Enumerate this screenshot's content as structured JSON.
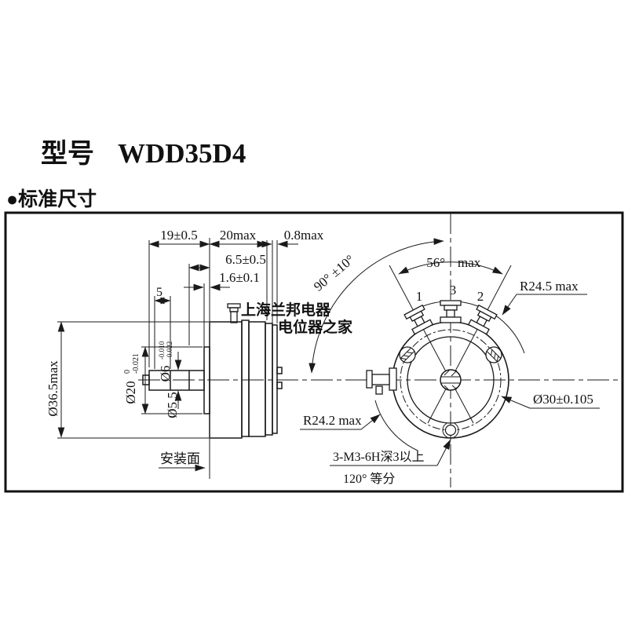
{
  "page": {
    "model_label": "型号",
    "model_value": "WDD35D4",
    "section_title": "●标准尺寸"
  },
  "watermark": {
    "line1": "上海兰邦电器",
    "line2": "电位器之家",
    "color": "#cc1f1f"
  },
  "side_view": {
    "dim_19": "19±0.5",
    "dim_20": "20max",
    "dim_08": "0.8max",
    "dim_65": "6.5±0.5",
    "dim_16": "1.6±0.1",
    "dim_5": "5",
    "dim_body_dia": "Ø36.5max",
    "dim_hub_dia": "Ø20",
    "dim_hub_tol_up": "0",
    "dim_hub_tol_dn": "-0.021",
    "dim_shaft_dia": "Ø6",
    "dim_shaft_tol_up": "-0.010",
    "dim_shaft_tol_dn": "-0.022",
    "dim_flat_dia": "Ø5.5",
    "mounting_face_label": "安装面"
  },
  "front_view": {
    "angle_56": "56°",
    "angle_56_suffix": "max",
    "angle_90": "90° ±10°",
    "radius_terminals": "R24.5 max",
    "radius_body": "R24.2 max",
    "bolt_circle": "Ø30±0.105",
    "screw_note": "3-M3-6H深3以上",
    "spacing_note": "120° 等分",
    "terminal_1": "1",
    "terminal_2": "2",
    "terminal_3": "3"
  },
  "colors": {
    "line": "#1a1a1a"
  }
}
